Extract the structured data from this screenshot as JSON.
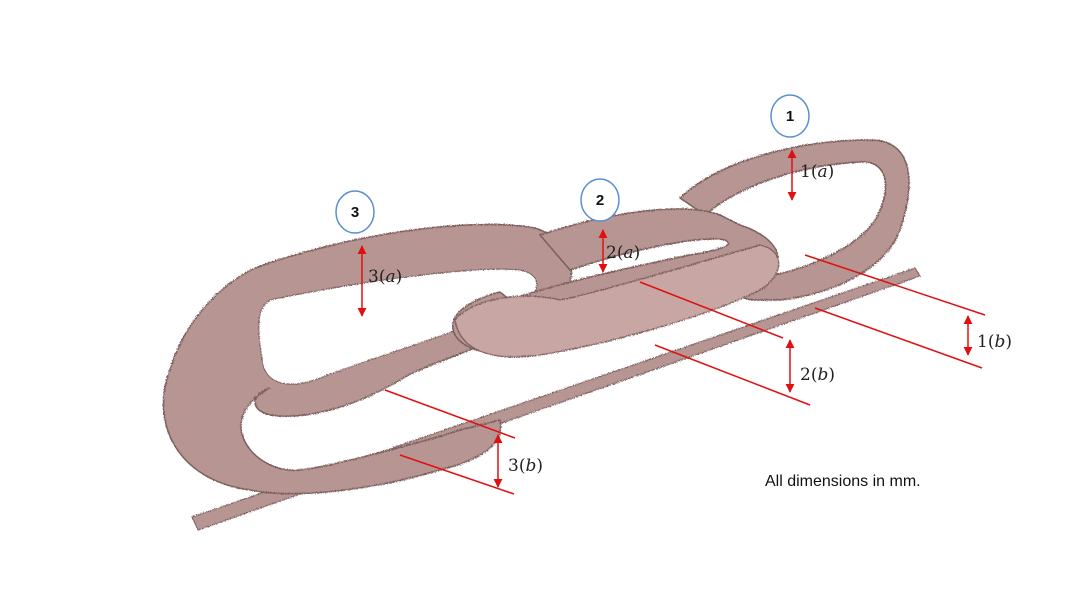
{
  "diagram": {
    "links": [
      {
        "id": "1",
        "label": "1"
      },
      {
        "id": "2",
        "label": "2"
      },
      {
        "id": "3",
        "label": "3"
      }
    ],
    "dimensions": {
      "d1a": {
        "num": "1",
        "sub": "a"
      },
      "d1b": {
        "num": "1",
        "sub": "b"
      },
      "d2a": {
        "num": "2",
        "sub": "a"
      },
      "d2b": {
        "num": "2",
        "sub": "b"
      },
      "d3a": {
        "num": "3",
        "sub": "a"
      },
      "d3b": {
        "num": "3",
        "sub": "b"
      }
    },
    "note": "All dimensions in mm.",
    "colors": {
      "chain": "#b69593",
      "chain_dark": "#7d5f5d",
      "chain_light": "#d6bcba",
      "dimension": "#e01010",
      "badge_ring": "#5b8fd0"
    }
  }
}
